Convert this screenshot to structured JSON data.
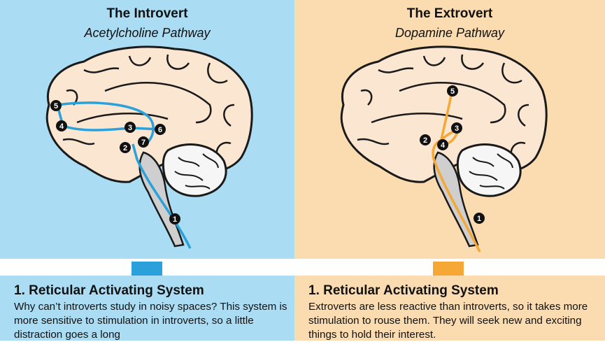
{
  "left": {
    "title": "The Introvert",
    "subtitle": "Acetylcholine Pathway",
    "pathway_color": "#2aa1db",
    "nodes": [
      "1",
      "2",
      "3",
      "4",
      "5",
      "6",
      "7"
    ],
    "section_heading": "1.  Reticular Activating System",
    "section_body": "Why can’t introverts study in noisy spaces? This system is more sensitive to stimulation in introverts, so a little distraction goes a long"
  },
  "right": {
    "title": "The Extrovert",
    "subtitle": "Dopamine Pathway",
    "pathway_color": "#f6a836",
    "nodes": [
      "1",
      "2",
      "3",
      "4",
      "5"
    ],
    "section_heading": "1.  Reticular Activating System",
    "section_body": "Extroverts are less reactive than introverts, so it takes more stimulation to rouse them. They will seek new and exciting things to hold their interest."
  },
  "colors": {
    "introvert_bg": "#aadcf3",
    "extrovert_bg": "#fbdcb0",
    "brain_fill": "#fbe6d2",
    "cerebellum_fill": "#f6f6f6",
    "brainstem_fill": "#cfcfcf"
  }
}
